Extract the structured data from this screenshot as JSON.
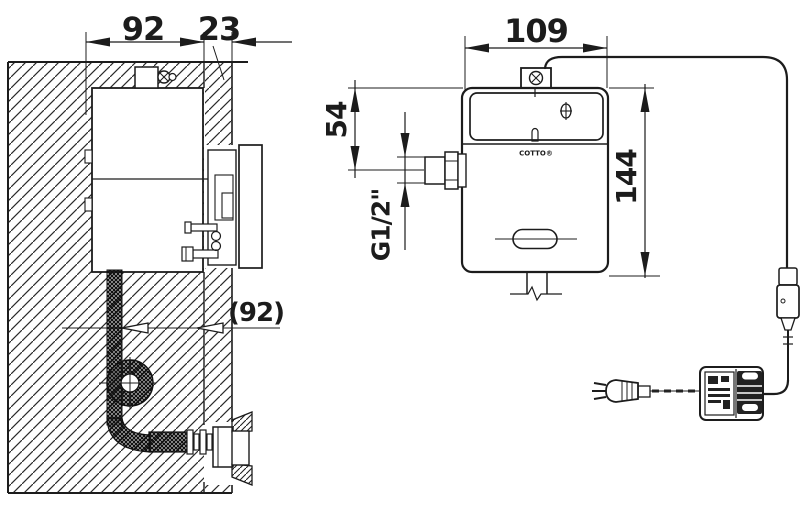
{
  "colors": {
    "ink": "#1c1c1c",
    "paper": "#ffffff"
  },
  "side_view": {
    "dim_embed_width": "92",
    "dim_wall_finish": "23",
    "dim_ref_width": "(92)"
  },
  "front_view": {
    "dim_width": "109",
    "dim_inlet_offset": "54",
    "dim_height": "144",
    "dim_inlet_thread": "G1/2\"",
    "brand": "COTTO®"
  }
}
